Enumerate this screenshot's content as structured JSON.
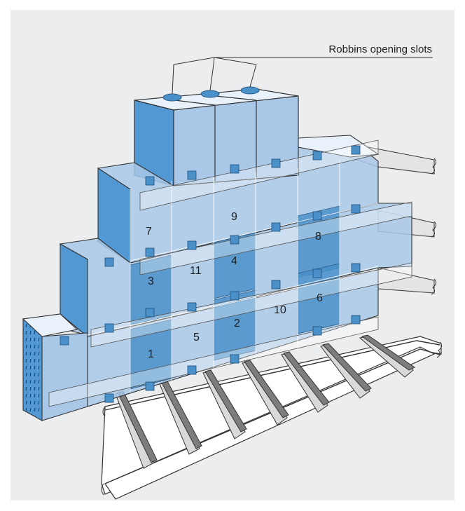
{
  "diagram": {
    "callout_label": "Robbins opening slots",
    "stope_labels": [
      "1",
      "2",
      "3",
      "4",
      "5",
      "6",
      "7",
      "8",
      "9",
      "10",
      "11"
    ]
  },
  "colors": {
    "background": "#ecedee",
    "block_top": "#e9f2fa",
    "block_front": "#a9c8e8",
    "block_side": "#5299d4",
    "mined_stope": "#4a90c9",
    "tunnel_floor": "#ffffff",
    "tunnel_wall": "#c4c4c4",
    "line": "#333333"
  }
}
